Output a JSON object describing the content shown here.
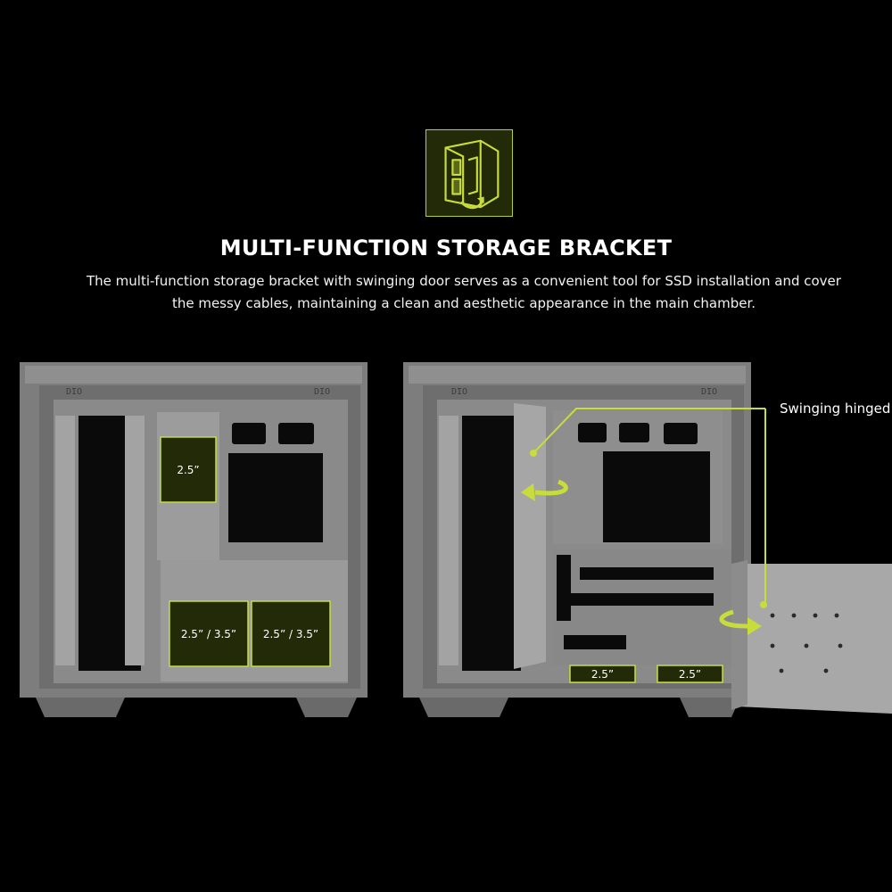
{
  "header": {
    "icon": "storage-bracket-icon",
    "title": "MULTI-FUNCTION STORAGE BRACKET",
    "description": "The multi-function storage bracket with swinging door serves as a convenient tool for SSD installation and cover the messy cables, maintaining a clean and aesthetic appearance in the main chamber."
  },
  "left_case": {
    "slots": [
      {
        "label": "2.5”"
      },
      {
        "label": "2.5” / 3.5”"
      },
      {
        "label": "2.5” / 3.5”"
      }
    ]
  },
  "right_case": {
    "callout": "Swinging hinged",
    "slots": [
      {
        "label": "2.5”"
      },
      {
        "label": "2.5”"
      }
    ]
  },
  "colors": {
    "background": "#000000",
    "accent": "#c8dc3c",
    "accent_fill": "#232a07",
    "case_gray": "#8a8a8a"
  }
}
